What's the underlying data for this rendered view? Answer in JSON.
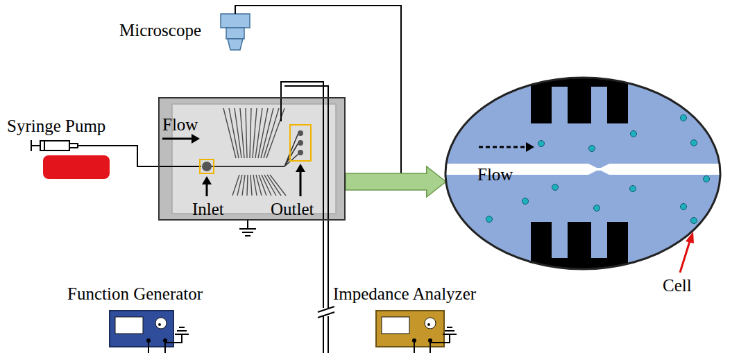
{
  "diagram": {
    "nodes": [
      {
        "text": [
          "Microscope"
        ]
      },
      {
        "text": [
          "Syringe Pump"
        ]
      },
      {
        "text": [
          "Flow",
          "Inlet",
          "Outlet"
        ]
      },
      {
        "text": [
          "Function Generator"
        ]
      },
      {
        "text": [
          "Impedance Analyzer"
        ]
      },
      {
        "text": [
          "Flow"
        ]
      }
    ],
    "edges": [
      {
        "from": 1,
        "to": 2,
        "arrow": "none"
      },
      {
        "from": 2,
        "to": 5,
        "arrow": "to"
      }
    ],
    "labels": [
      "Cell"
    ]
  }
}
